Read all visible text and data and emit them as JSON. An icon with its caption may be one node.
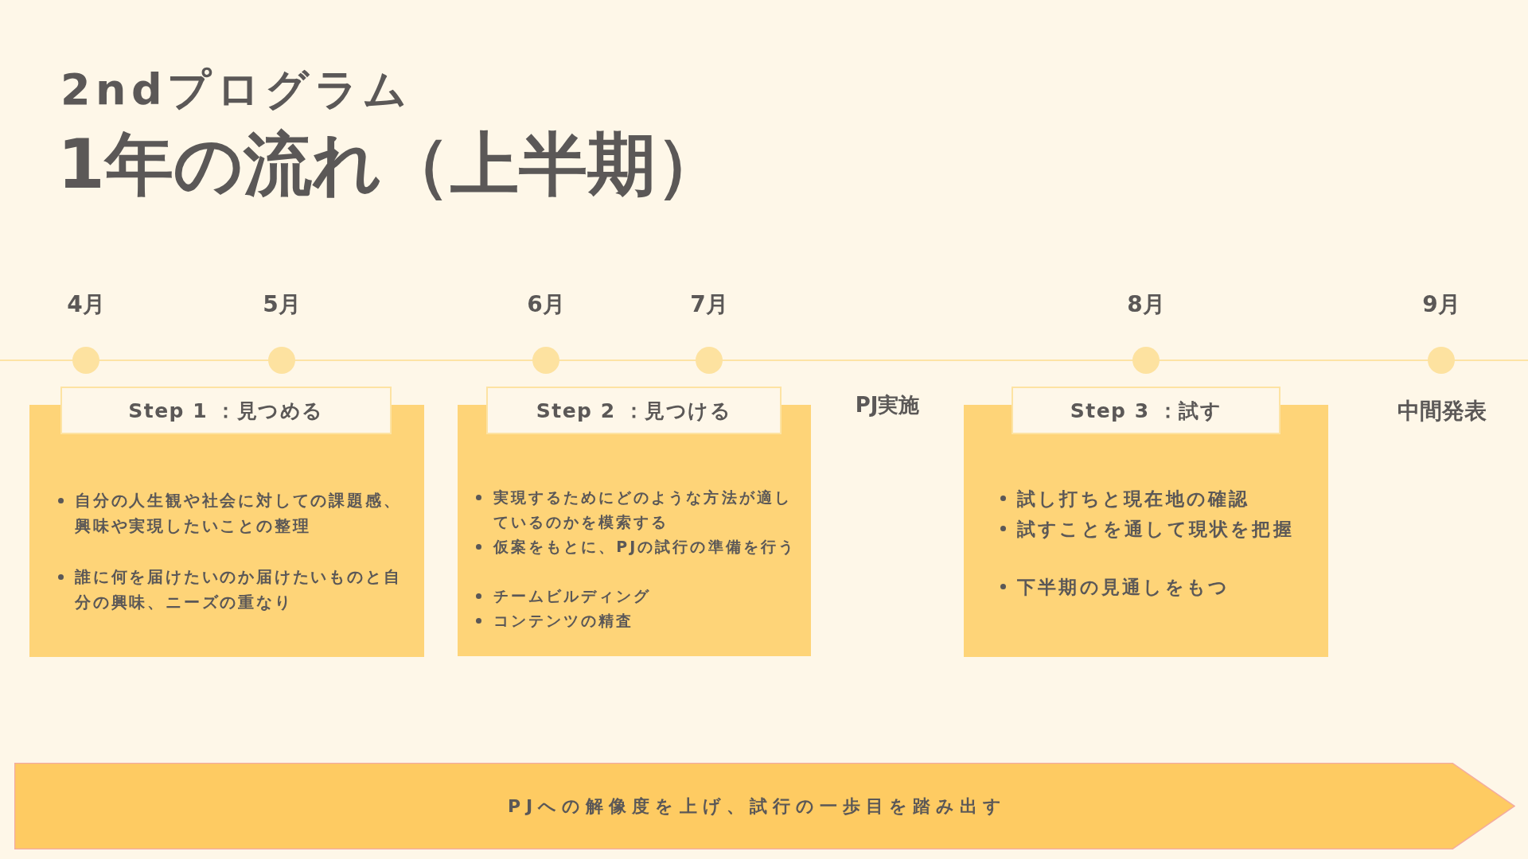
{
  "diagram": {
    "title": "1年の流れ（上半期）",
    "nodes": [
      {
        "text": [
          "Step 1 ：見つめる"
        ]
      },
      {
        "text": [
          "自分の人生観や社会に対しての課題感、興味や実現したいことの整理",
          "誰に何を届けたいのか届けたいものと自分の興味、ニーズの重なり"
        ]
      },
      {
        "text": [
          "Step 2 ：見つける"
        ]
      },
      {
        "text": [
          "実現するためにどのような方法が適しているのかを模索する",
          "仮案をもとに、PJの試行の準備を行う",
          "チームビルディング",
          "コンテンツの精査"
        ]
      },
      {
        "text": [
          "Step 3 ：試す"
        ]
      },
      {
        "text": [
          "試し打ちと現在地の確認",
          "試すことを通して現状を把握",
          "下半期の見通しをもつ"
        ]
      },
      {
        "text": [
          "PJへの解像度を上げ、試行の一歩目を踏み出す"
        ]
      }
    ],
    "labels": [
      "2ndプログラム",
      "4月",
      "5月",
      "6月",
      "7月",
      "8月",
      "9月",
      "PJ実施",
      "中間発表"
    ]
  }
}
